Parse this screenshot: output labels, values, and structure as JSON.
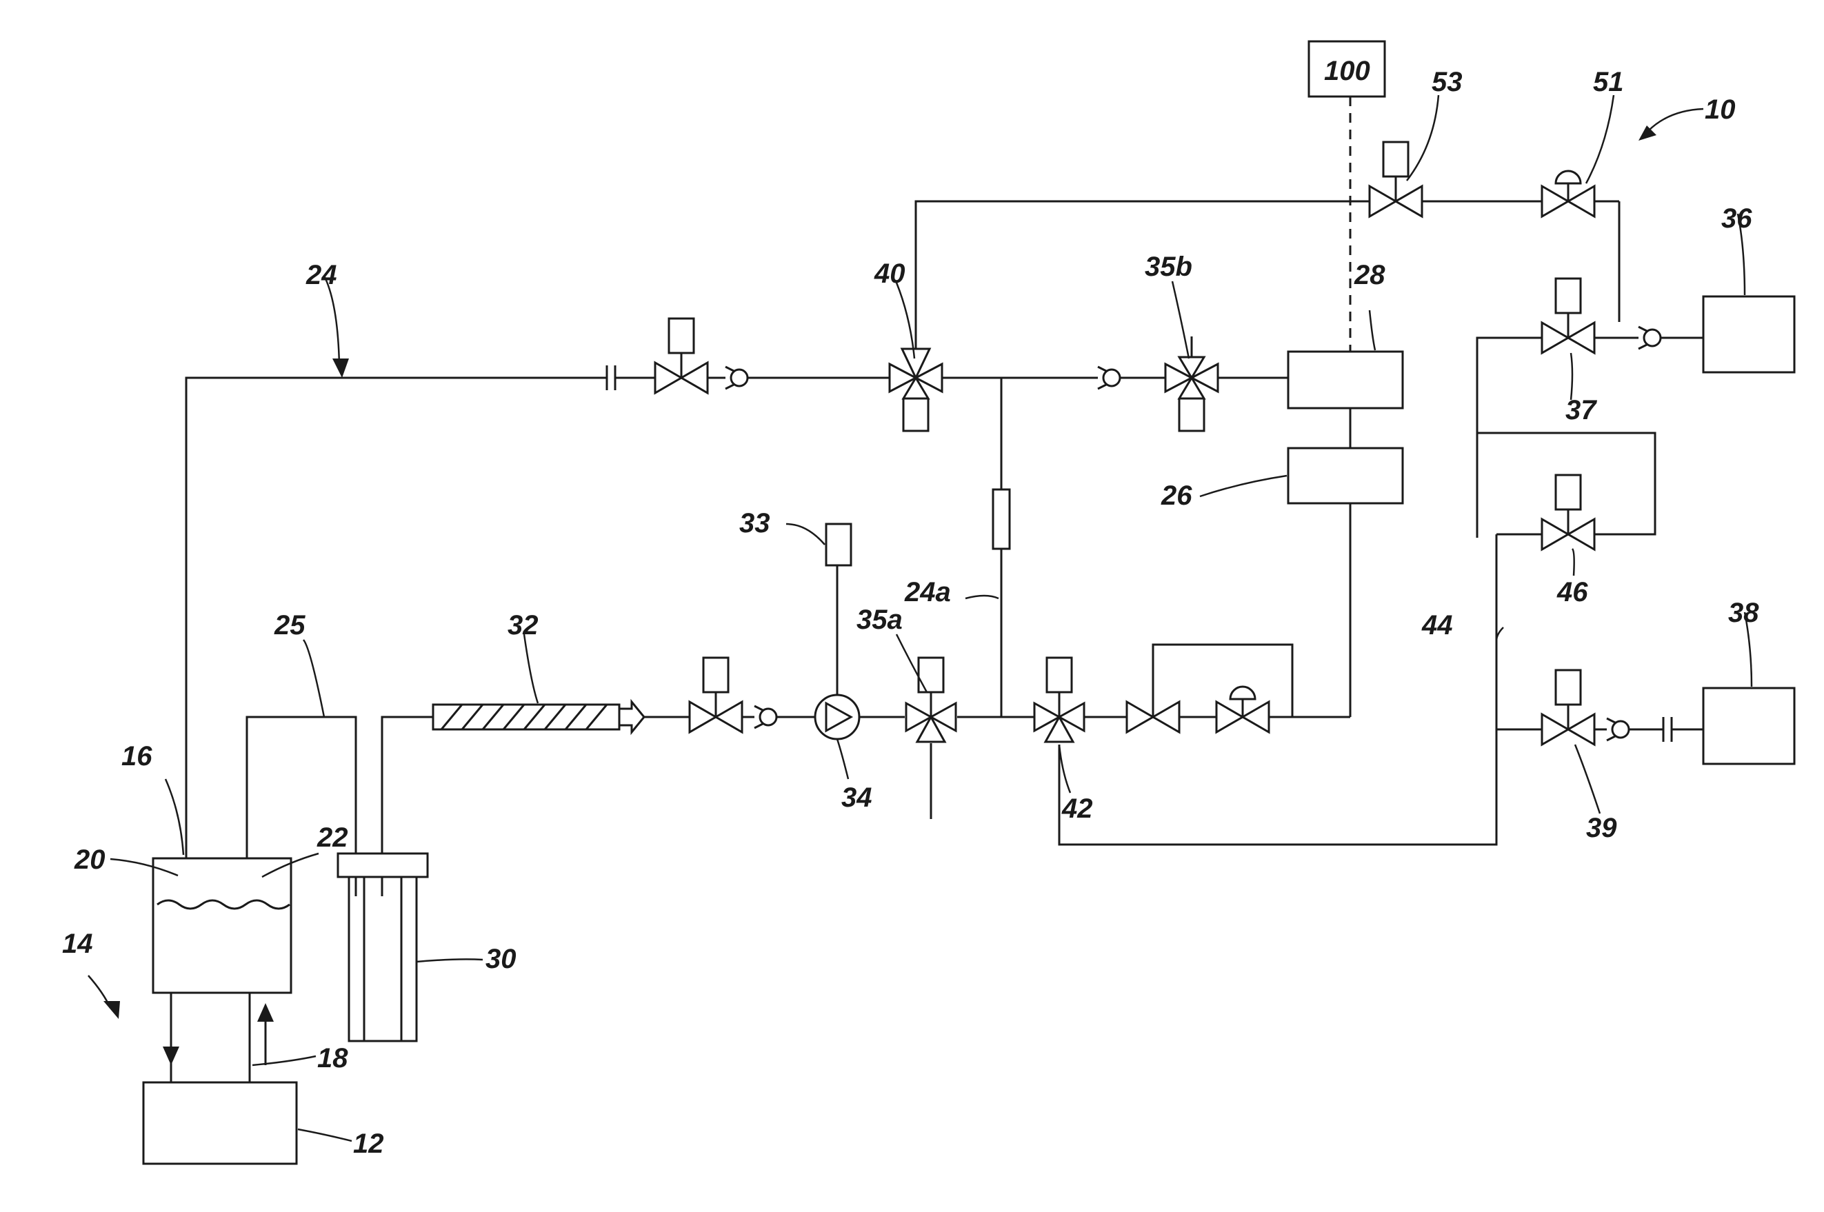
{
  "labels": {
    "system": "10",
    "unit_12": "12",
    "arrow_14": "14",
    "tank_16": "16",
    "line_18": "18",
    "port_20": "20",
    "port_22": "22",
    "line_24": "24",
    "branch_24a": "24a",
    "line_25": "25",
    "box_26": "26",
    "box_28": "28",
    "filter_30": "30",
    "heater_32": "32",
    "sensor_33": "33",
    "pump_34": "34",
    "valve_35a": "35a",
    "valve_35b": "35b",
    "tank_36": "36",
    "valve_37": "37",
    "tank_38": "38",
    "valve_39": "39",
    "valve_40": "40",
    "valve_42": "42",
    "line_44": "44",
    "valve_46": "46",
    "valve_51": "51",
    "valve_53": "53",
    "controller_100": "100"
  }
}
